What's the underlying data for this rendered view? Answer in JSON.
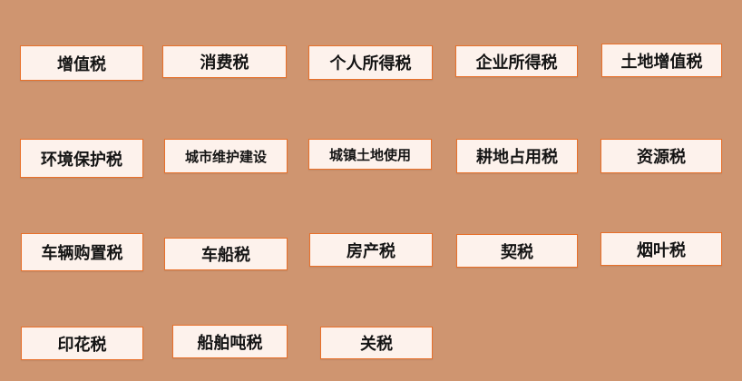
{
  "taxes": [
    "增值税",
    "消费税",
    "个人所得税",
    "企业所得税",
    "土地增值税",
    "环境保护税",
    "城市维护建设",
    "城镇土地使用",
    "耕地占用税",
    "资源税",
    "车辆购置税",
    "车船税",
    "房产税",
    "契税",
    "烟叶税",
    "印花税",
    "船舶吨税",
    "关税"
  ],
  "colors": {
    "background": "#cf9570",
    "tile": "#fdf2ec",
    "tile_border": "#e8702a",
    "text": "#141414"
  }
}
